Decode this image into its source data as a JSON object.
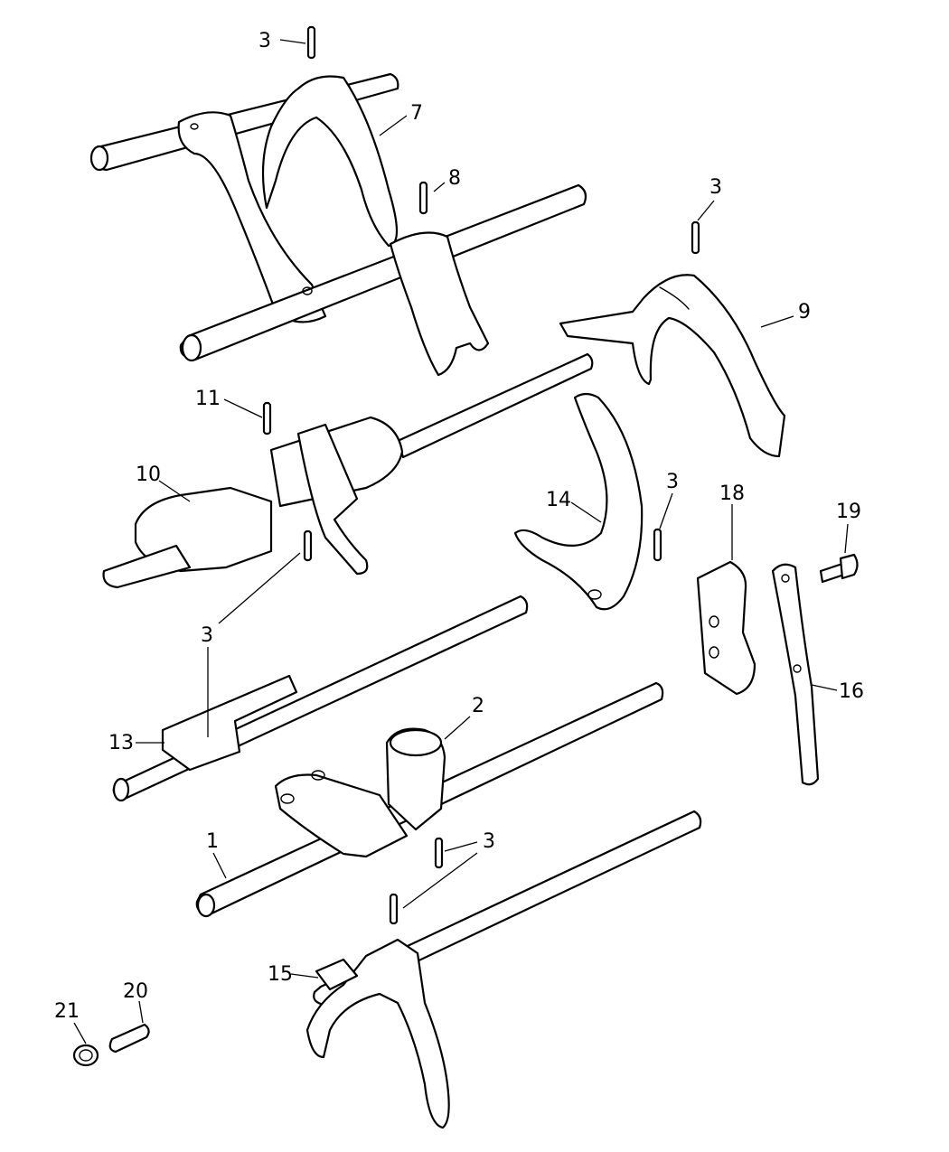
{
  "diagram": {
    "callouts": [
      {
        "id": "c1",
        "text": "3"
      },
      {
        "id": "c2",
        "text": "7"
      },
      {
        "id": "c3",
        "text": "8"
      },
      {
        "id": "c4",
        "text": "3"
      },
      {
        "id": "c5",
        "text": "9"
      },
      {
        "id": "c6",
        "text": "11"
      },
      {
        "id": "c7",
        "text": "10"
      },
      {
        "id": "c8",
        "text": "14"
      },
      {
        "id": "c9",
        "text": "3"
      },
      {
        "id": "c10",
        "text": "18"
      },
      {
        "id": "c11",
        "text": "19"
      },
      {
        "id": "c12",
        "text": "3"
      },
      {
        "id": "c13",
        "text": "2"
      },
      {
        "id": "c14",
        "text": "13"
      },
      {
        "id": "c15",
        "text": "16"
      },
      {
        "id": "c16",
        "text": "1"
      },
      {
        "id": "c17",
        "text": "3"
      },
      {
        "id": "c18",
        "text": "15"
      },
      {
        "id": "c19",
        "text": "21"
      },
      {
        "id": "c20",
        "text": "20"
      }
    ]
  }
}
